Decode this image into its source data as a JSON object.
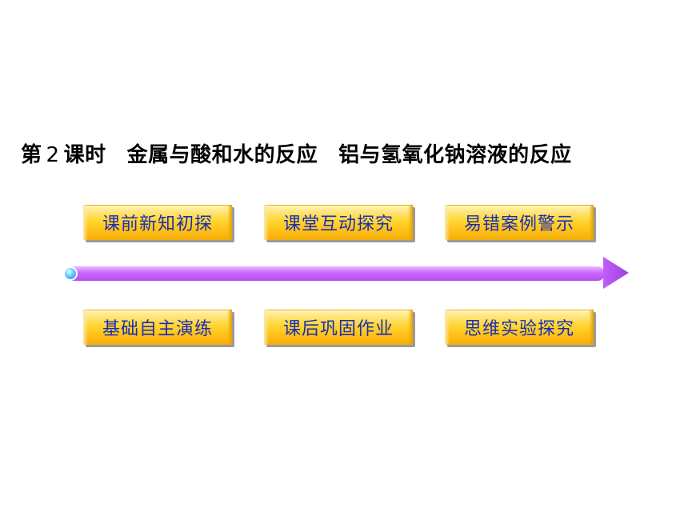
{
  "title": {
    "part1": "第",
    "lesson_num": "2",
    "part2": "课时",
    "topic1": "金属与酸和水的反应",
    "topic2": "铝与氢氧化钠溶液的反应"
  },
  "top_buttons": [
    {
      "label": "课前新知初探"
    },
    {
      "label": "课堂互动探究"
    },
    {
      "label": "易错案例警示"
    }
  ],
  "bottom_buttons": [
    {
      "label": "基础自主演练"
    },
    {
      "label": "课后巩固作业"
    },
    {
      "label": "思维实验探究"
    }
  ],
  "colors": {
    "button_fill": "#ffd633",
    "button_text": "#1a2db8",
    "arrow": "#cc66ff",
    "arrow_start_dot": "#66ccff"
  }
}
